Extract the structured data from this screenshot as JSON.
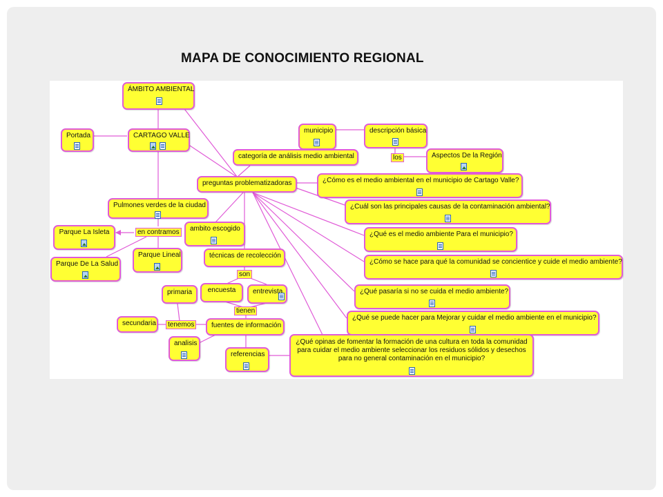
{
  "slide": {
    "title": "MAPA DE CONOCIMIENTO REGIONAL"
  },
  "concept_map": {
    "colors": {
      "node_fill": "#ffff33",
      "node_border": "#e05ad7",
      "connector": "#e05ad7",
      "icon_border": "#2b63b5"
    },
    "nodes": {
      "ambito_ambiental": "ÁMBITO AMBIENTAL",
      "cartago_valle": "CARTAGO VALLE",
      "portada": "Portada",
      "municipio": "municipio",
      "descripcion_basica": "descripción básica",
      "categoria": "categoría de análisis medio ambiental",
      "aspectos_region": "Aspectos De la Región",
      "preguntas": "preguntas problematizadoras",
      "q_como_es": "¿Cómo es el medio ambiental en el municipio de Cartago Valle?",
      "pulmones": "Pulmones verdes de la ciudad",
      "q_cuales_causas": "¿Cuál son las principales causas de la contaminación ambiental?",
      "parque_isleta": "Parque La Isleta",
      "ambito_escogido": "ambito escogido",
      "q_que_es": "¿Qué es el medio  ambiente Para el municipio?",
      "parque_salud": "Parque De La Salud",
      "parque_lineal": "Parque Lineal",
      "tecnicas": "técnicas de recolección",
      "q_como_se_hace": "¿Cómo se hace para qué la comunidad se concientice y cuide el medio ambiente?",
      "primaria": "primaria",
      "encuesta": "encuesta",
      "entrevista": "entrevista",
      "q_que_pasaria": "¿Qué pasaría si no se cuida el medio ambiente?",
      "secundaria": "secundaria",
      "fuentes": "fuentes de información",
      "q_que_se_puede": "¿Qué se puede hacer para Mejorar y cuidar el medio ambiente en el municipio?",
      "analisis": "analisis",
      "referencias": "referencias",
      "q_opinas_1": "¿Qué opinas de fomentar la formación de una cultura en toda la comunidad",
      "q_opinas_2": "para cuidar el medio ambiente seleccionar los residuos sólidos y desechos",
      "q_opinas_3": "para no general contaminación en el municipio?"
    },
    "link_labels": {
      "los": "los",
      "en_contramos": "en contramos",
      "son": "son",
      "tienen": "tienen",
      "tenemos": "tenemos"
    }
  }
}
